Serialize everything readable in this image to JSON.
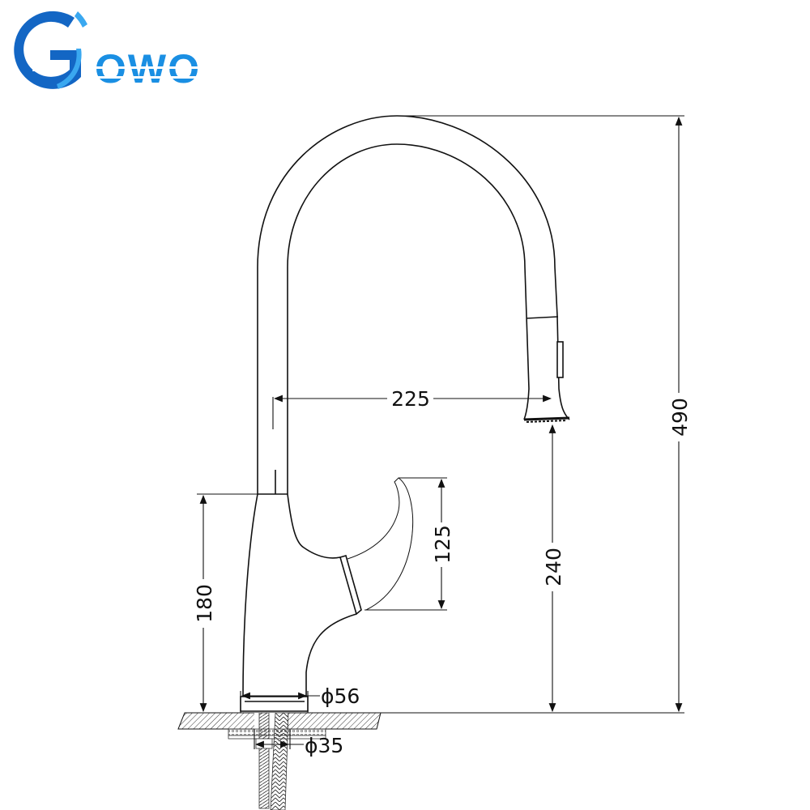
{
  "brand": {
    "name": "GOWO",
    "logo_mark": "1G",
    "logo_letters": "OWO",
    "colors": {
      "primary": "#1a8fe3",
      "dark": "#1366c4",
      "light": "#3aa8f0"
    }
  },
  "drawing": {
    "subject": "pull-down kitchen faucet side elevation",
    "line_color": "#111111",
    "units": "mm",
    "dimensions": {
      "total_height": {
        "label": "490",
        "value": 490,
        "orientation": "vertical"
      },
      "spout_reach": {
        "label": "225",
        "value": 225,
        "orientation": "horizontal"
      },
      "spout_clearance": {
        "label": "240",
        "value": 240,
        "orientation": "vertical"
      },
      "handle_height": {
        "label": "125",
        "value": 125,
        "orientation": "vertical"
      },
      "body_height": {
        "label": "180",
        "value": 180,
        "orientation": "vertical"
      },
      "base_diameter": {
        "label": "ϕ56",
        "value": 56,
        "orientation": "horizontal"
      },
      "hole_diameter": {
        "label": "ϕ35",
        "value": 35,
        "orientation": "horizontal"
      }
    }
  }
}
